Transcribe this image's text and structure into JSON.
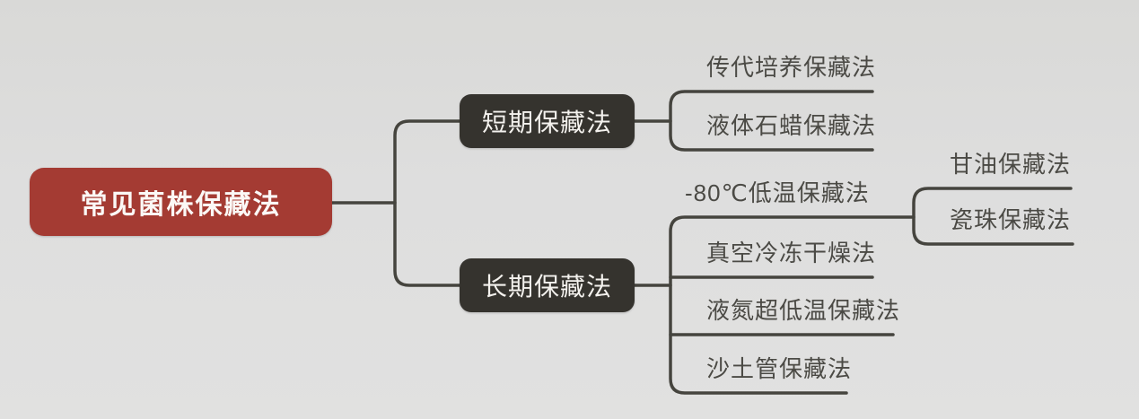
{
  "canvas": {
    "background_color": "#dedede",
    "connector_color": "#45443e"
  },
  "mindmap": {
    "root": {
      "label": "常见菌株保藏法",
      "fill": "#a43b33",
      "text_color": "#fbf8f6"
    },
    "branches": [
      {
        "label": "短期保藏法",
        "fill": "#35332e",
        "text_color": "#f4f2ee",
        "children": [
          {
            "label": "传代培养保藏法"
          },
          {
            "label": "液体石蜡保藏法"
          }
        ]
      },
      {
        "label": "长期保藏法",
        "fill": "#35332e",
        "text_color": "#f4f2ee",
        "children": [
          {
            "label": "-80℃低温保藏法",
            "children": [
              {
                "label": "甘油保藏法"
              },
              {
                "label": "瓷珠保藏法"
              }
            ]
          },
          {
            "label": "真空冷冻干燥法"
          },
          {
            "label": "液氮超低温保藏法"
          },
          {
            "label": "沙土管保藏法"
          }
        ]
      }
    ]
  }
}
